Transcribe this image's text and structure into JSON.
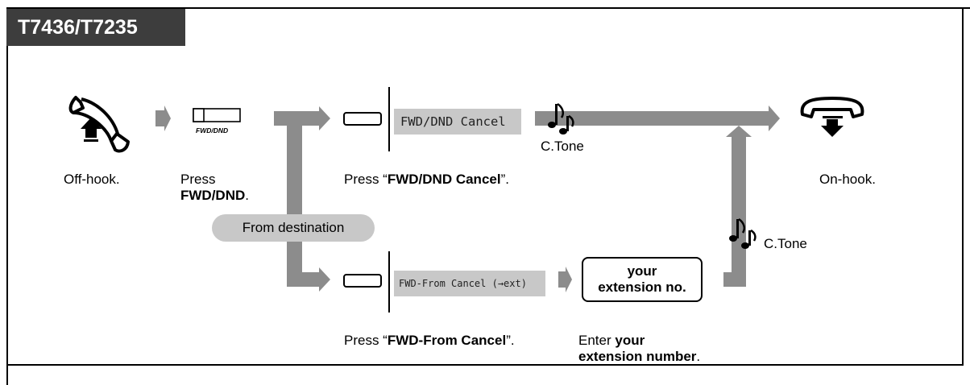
{
  "header": {
    "model": "T7436/T7235"
  },
  "steps": {
    "off_hook": "Off-hook.",
    "press": "Press",
    "fwd_dnd": "FWD/DND",
    "period": ".",
    "fwd_dnd_key_label": "FWD/DND",
    "press_fwd_dnd_cancel_pre": "Press “",
    "fwd_dnd_cancel": "FWD/DND Cancel",
    "press_close": "”.",
    "on_hook": "On-hook.",
    "press_fwd_from_cancel_pre": "Press “",
    "fwd_from_cancel": "FWD-From Cancel",
    "enter": "Enter ",
    "your": "your",
    "extension_number": "extension number",
    "ext_end": "."
  },
  "lcd": {
    "main": "FWD/DND Cancel",
    "from": "FWD-From Cancel (→ext)"
  },
  "branch_label": "From destination",
  "tones": {
    "top": "C.Tone",
    "right": "C.Tone"
  },
  "ext_box": {
    "line1": "your",
    "line2": "extension no."
  },
  "colors": {
    "arrow": "#8c8c8c",
    "lcd": "#c8c8c8",
    "tab": "#3d3d3d"
  }
}
